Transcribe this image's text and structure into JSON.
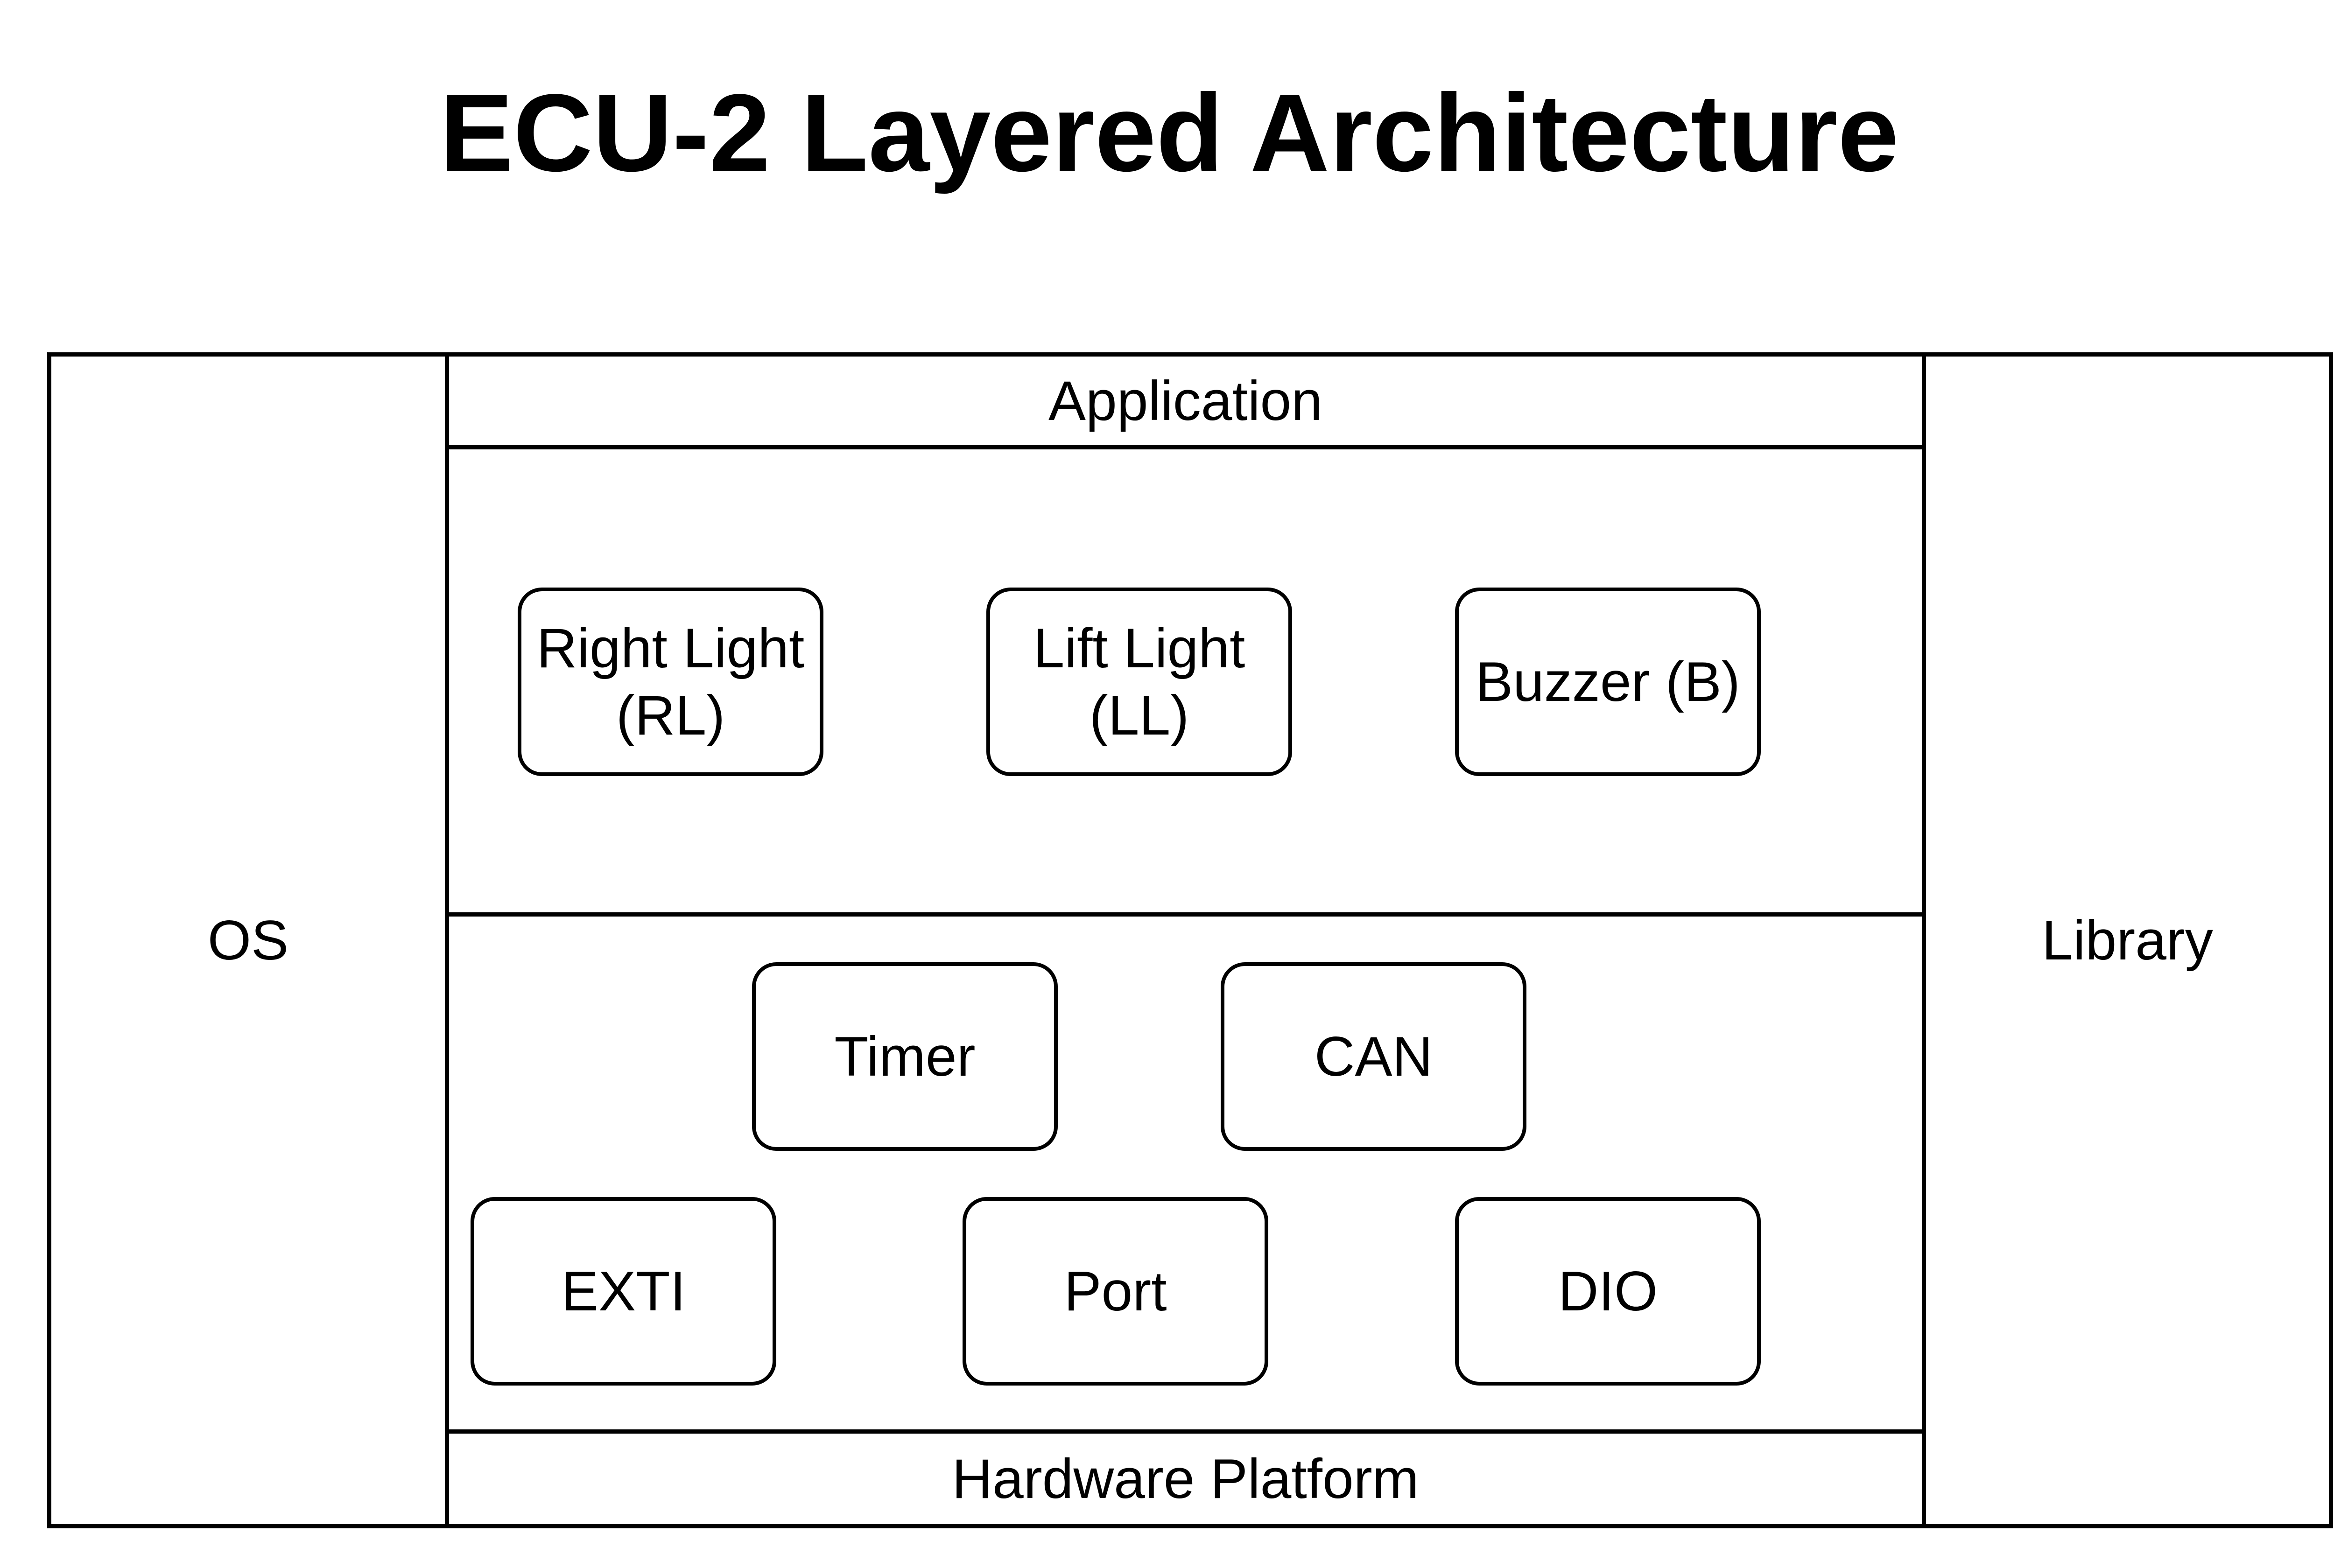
{
  "title": "ECU-2 Layered Architecture",
  "side_panels": {
    "left": "OS",
    "right": "Library"
  },
  "layers": {
    "top": "Application",
    "bottom": "Hardware Platform"
  },
  "ecual_modules": [
    "Right Light\n(RL)",
    "Lift Light\n(LL)",
    "Buzzer (B)"
  ],
  "mcal_modules": {
    "timer": "Timer",
    "can": "CAN",
    "exti": "EXTI",
    "port": "Port",
    "dio": "DIO"
  },
  "colors": {
    "stroke": "#000000",
    "fill": "#ffffff",
    "text": "#000000"
  }
}
